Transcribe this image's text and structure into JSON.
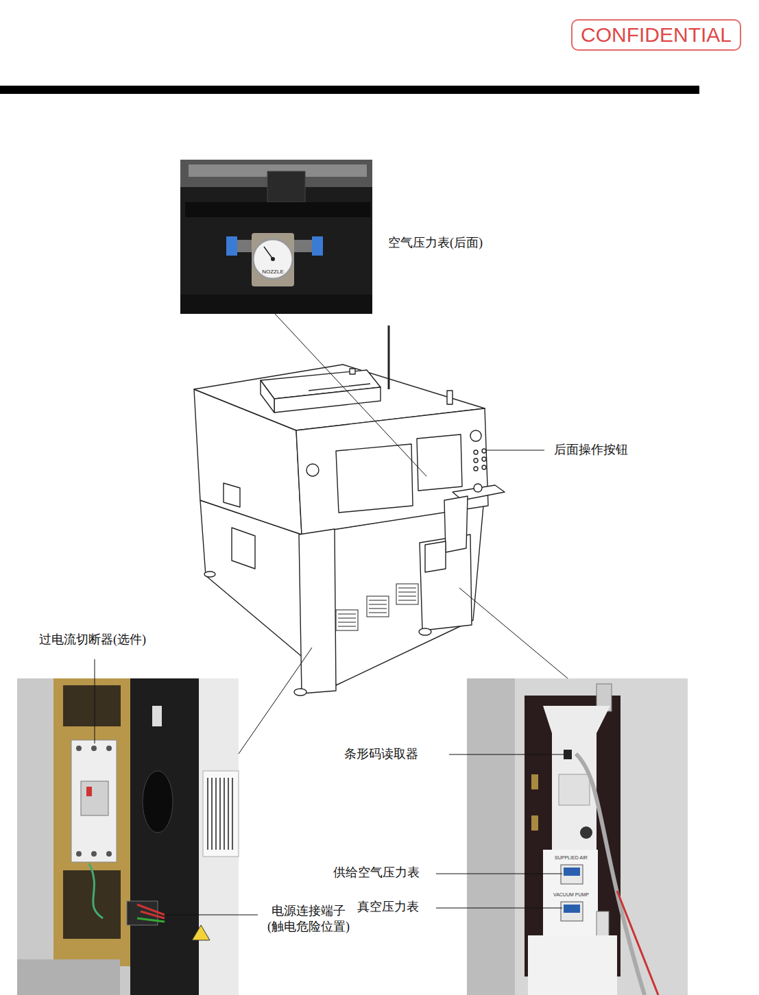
{
  "diagram": {
    "nodes": [
      {
        "text": [
          "CONFIDENTIAL"
        ]
      }
    ],
    "labels": [
      "空气压力表(后面)",
      "后面操作按钮",
      "过电流切断器(选件)",
      "条形码读取器",
      "供给空气压力表",
      "真空压力表",
      "电源连接端子 (触电危险位置)",
      "NOZZLE",
      "SUPPLIED AIR",
      "VACUUM PUMP"
    ]
  }
}
